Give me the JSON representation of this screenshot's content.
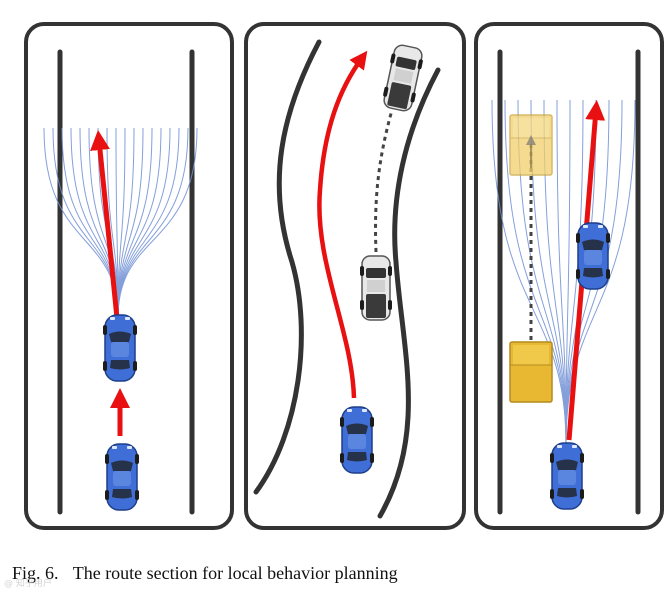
{
  "figure": {
    "panels": [
      {
        "name": "lane-keeping-panel"
      },
      {
        "name": "overtaking-panel"
      },
      {
        "name": "multi-lane-panel"
      }
    ],
    "colors": {
      "ego_car": "#3f6fd6",
      "other_car": "#e8e8e8",
      "obstacle": "#e8b833",
      "planned_path": "#e81010",
      "candidate_paths": "#6f8fd4",
      "road_line": "#333333",
      "panel_border": "#333333"
    }
  },
  "caption": {
    "label": "Fig. 6.",
    "text": "The route section for local behavior planning"
  },
  "watermark": {
    "text": "@ 知乎用户"
  }
}
